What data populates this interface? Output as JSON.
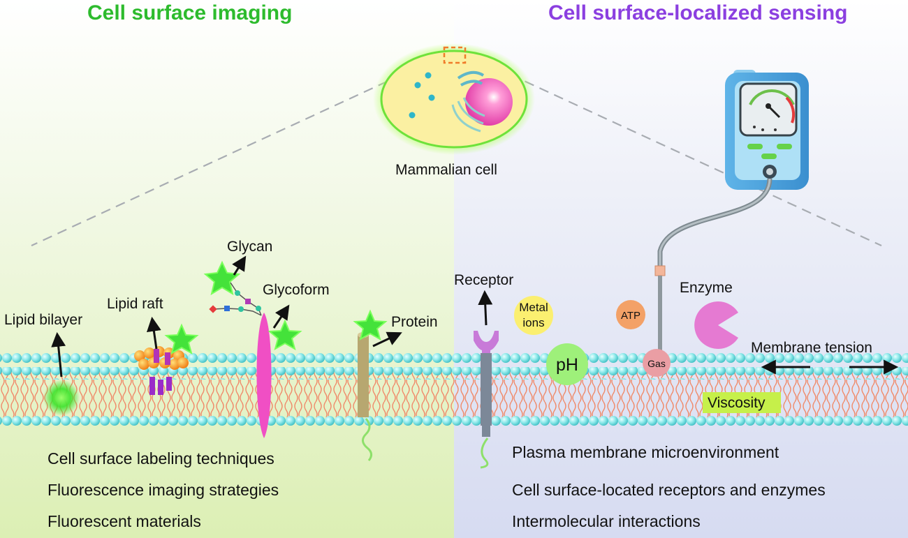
{
  "headings": {
    "left": "Cell surface imaging",
    "right": "Cell surface-localized sensing",
    "left_color": "#2dbb2d",
    "right_color": "#8b3fe0"
  },
  "cell_label": "Mammalian cell",
  "left_labels": {
    "lipid_bilayer": "Lipid bilayer",
    "lipid_raft": "Lipid raft",
    "glycan": "Glycan",
    "glycoform": "Glycoform",
    "protein": "Protein"
  },
  "right_labels": {
    "receptor": "Receptor",
    "metal_ions_line1": "Metal",
    "metal_ions_line2": "ions",
    "atp": "ATP",
    "enzyme": "Enzyme",
    "ph": "pH",
    "gas": "Gas",
    "membrane_tension": "Membrane tension",
    "viscosity": "Viscosity"
  },
  "left_bullets": [
    "Cell surface labeling techniques",
    "Fluorescence imaging strategies",
    "Fluorescent materials"
  ],
  "right_bullets": [
    "Plasma membrane microenvironment",
    "Cell surface-located receptors and enzymes",
    "Intermolecular interactions"
  ],
  "icons": [
    "fluorescent-star-icon",
    "sensor-meter-icon",
    "mammalian-cell-icon",
    "arrow-icon"
  ]
}
